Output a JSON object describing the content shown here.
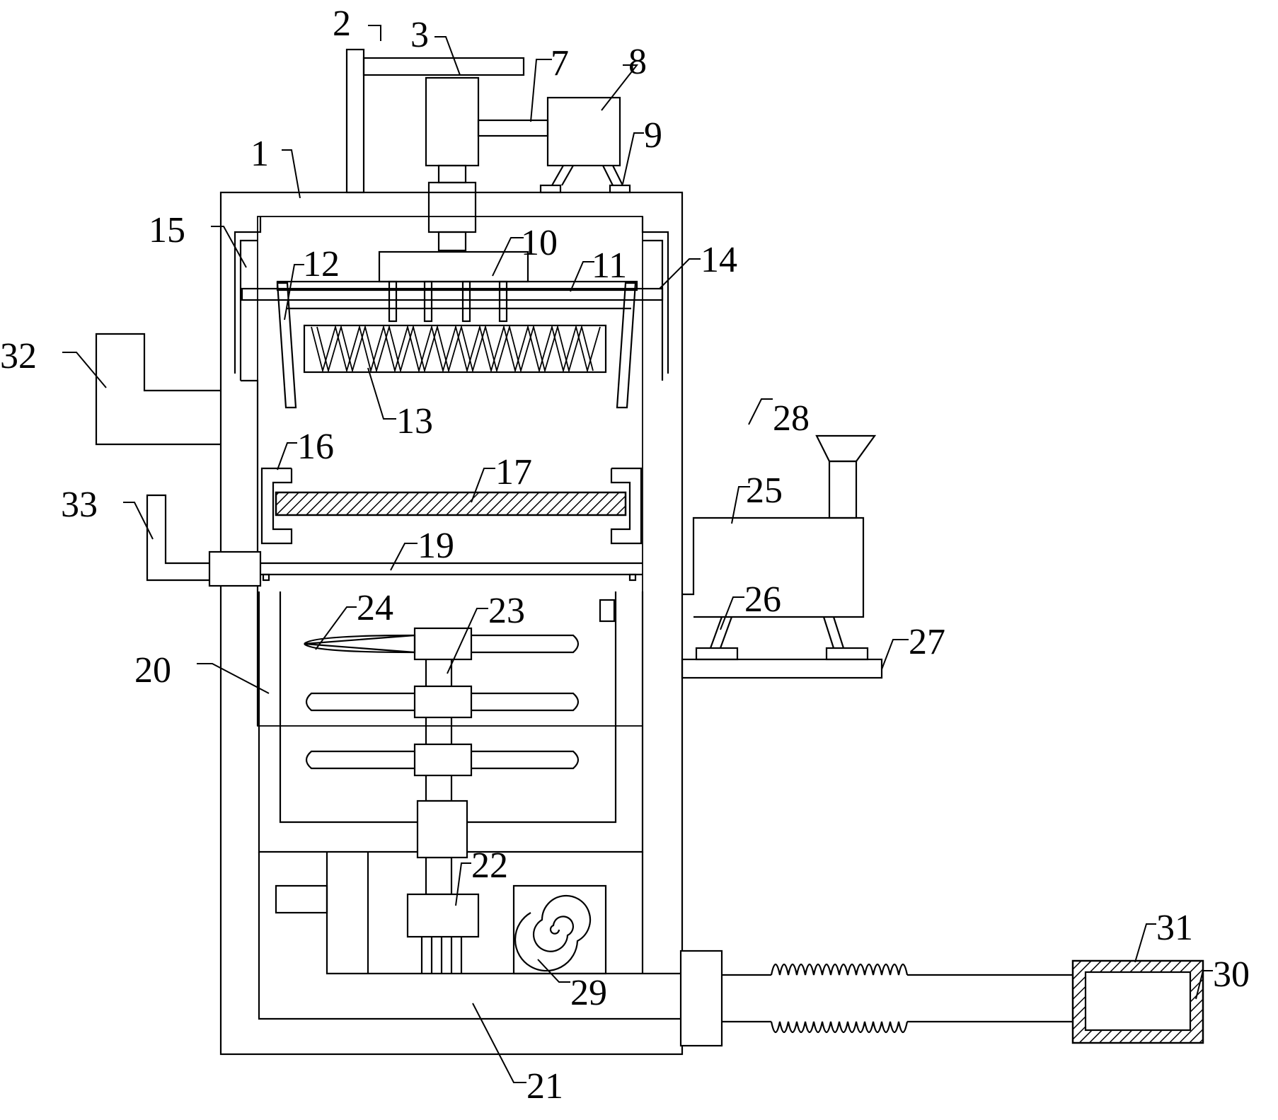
{
  "labels": {
    "n1": "1",
    "n2": "2",
    "n3": "3",
    "n7": "7",
    "n8": "8",
    "n9": "9",
    "n10": "10",
    "n11": "11",
    "n12": "12",
    "n13": "13",
    "n14": "14",
    "n15": "15",
    "n16": "16",
    "n17": "17",
    "n19": "19",
    "n20": "20",
    "n21": "21",
    "n22": "22",
    "n23": "23",
    "n24": "24",
    "n25": "25",
    "n26": "26",
    "n27": "27",
    "n28": "28",
    "n29": "29",
    "n30": "30",
    "n31": "31",
    "n32": "32",
    "n33": "33"
  }
}
